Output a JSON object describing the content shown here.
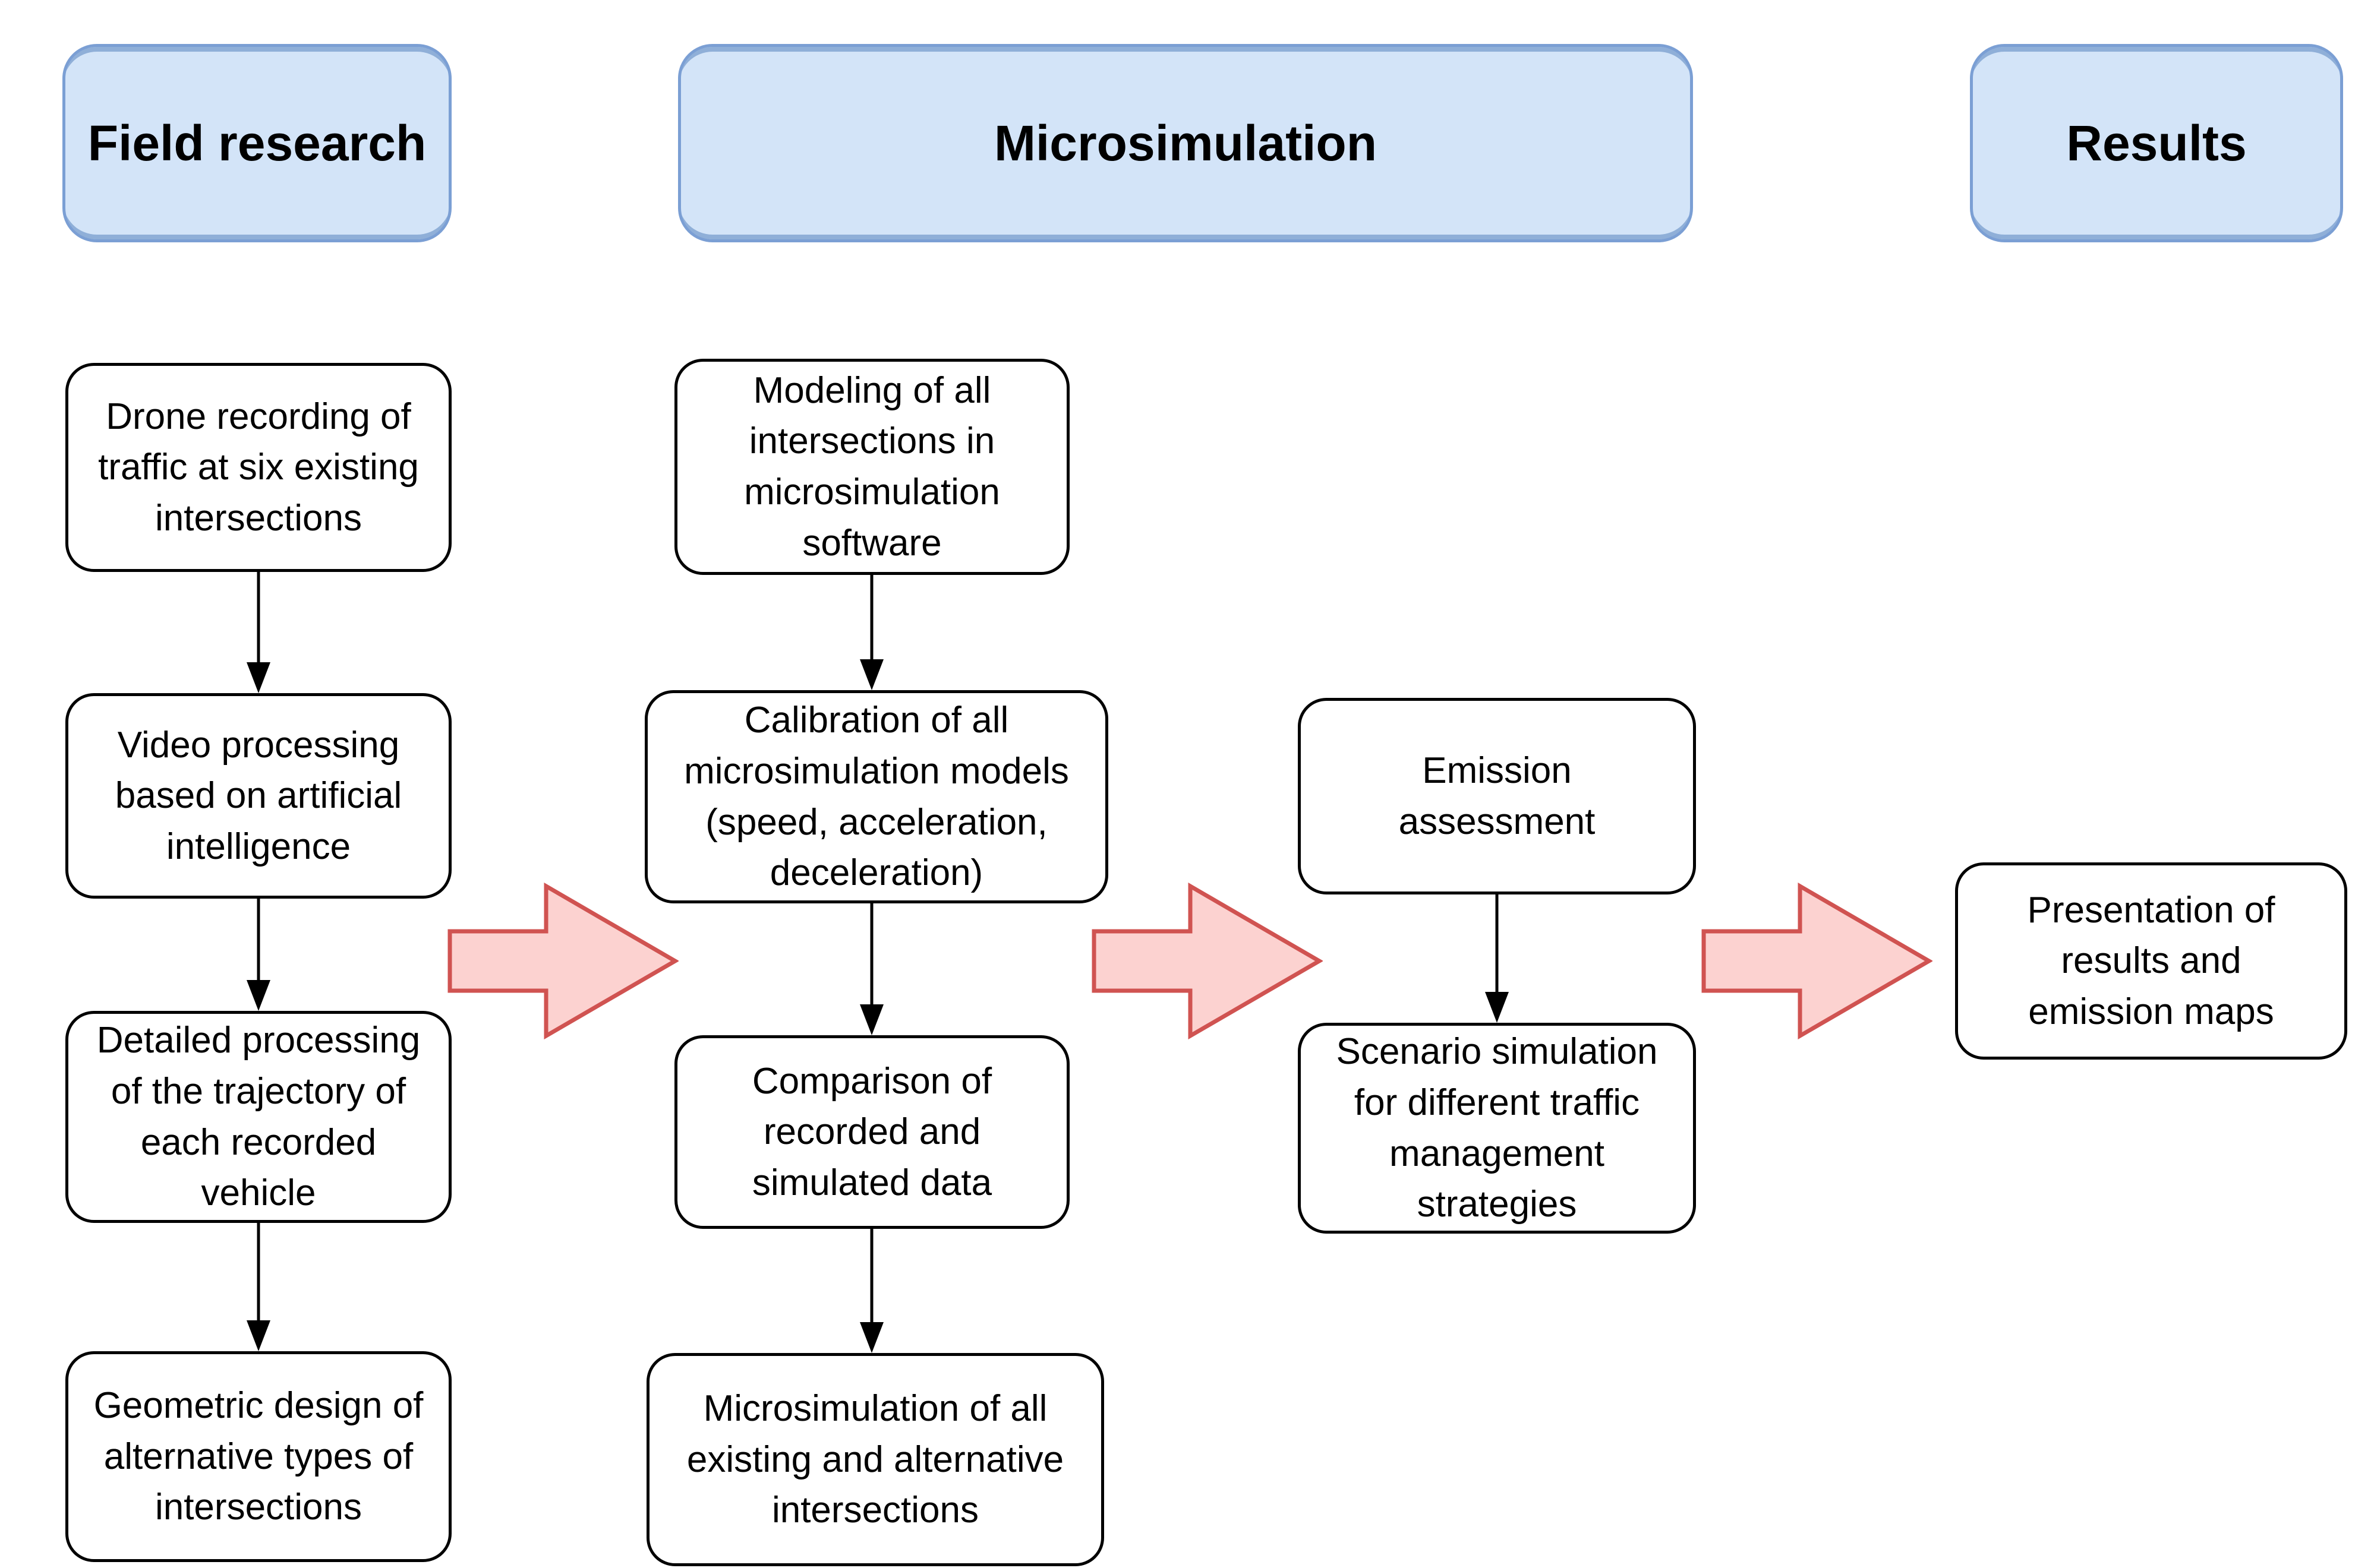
{
  "diagram": {
    "stages": {
      "field_research": "Field research",
      "microsimulation": "Microsimulation",
      "results": "Results"
    },
    "steps": {
      "drone_recording": "Drone recording of\ntraffic at six existing\nintersections",
      "video_processing": "Video processing\nbased on artificial\nintelligence",
      "trajectory_processing": "Detailed processing\nof the trajectory of\neach recorded\nvehicle",
      "geometric_design": "Geometric design of\nalternative types of\nintersections",
      "modeling": "Modeling of all\nintersections in\nmicrosimulation\nsoftware",
      "calibration": "Calibration of all\nmicrosimulation models\n(speed, acceleration,\ndeceleration)",
      "comparison": "Comparison of\nrecorded and\nsimulated data",
      "microsimulation_all": "Microsimulation of all\nexisting and alternative\nintersections",
      "emission_assessment": "Emission\nassessment",
      "scenario_simulation": "Scenario simulation\nfor different traffic\nmanagement\nstrategies",
      "results_presentation": "Presentation of\nresults and\nemission maps"
    }
  },
  "colors": {
    "stage_fill": "#d3e4f8",
    "stage_border": "#7b9fd4",
    "stage_edge": "#8fafd8",
    "process_fill": "#ffffff",
    "process_border": "#000000",
    "text_color": "#000000",
    "flow_arrow_fill": "#fcd2d0",
    "flow_arrow_border": "#d05351"
  }
}
